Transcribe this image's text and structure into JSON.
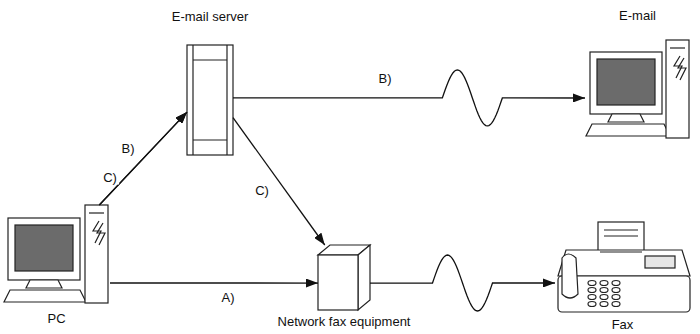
{
  "diagram": {
    "nodes": [
      {
        "text": [
          "E-mail server"
        ]
      },
      {
        "text": [
          "E-mail"
        ]
      },
      {
        "text": [
          "PC"
        ]
      },
      {
        "text": [
          "Network fax equipment"
        ]
      },
      {
        "text": [
          "Fax"
        ]
      }
    ],
    "edges": [
      {
        "from": 2,
        "to": 3,
        "label": "A)",
        "arrow": "to"
      },
      {
        "from": 2,
        "to": 0,
        "label": "B)",
        "arrow": "to"
      },
      {
        "from": 2,
        "to": 0,
        "label": "C)",
        "arrow": "to"
      },
      {
        "from": 0,
        "to": 1,
        "label": "B)",
        "arrow": "to"
      },
      {
        "from": 0,
        "to": 3,
        "label": "C)",
        "arrow": "to"
      },
      {
        "from": 3,
        "to": 4,
        "arrow": "to"
      }
    ]
  }
}
